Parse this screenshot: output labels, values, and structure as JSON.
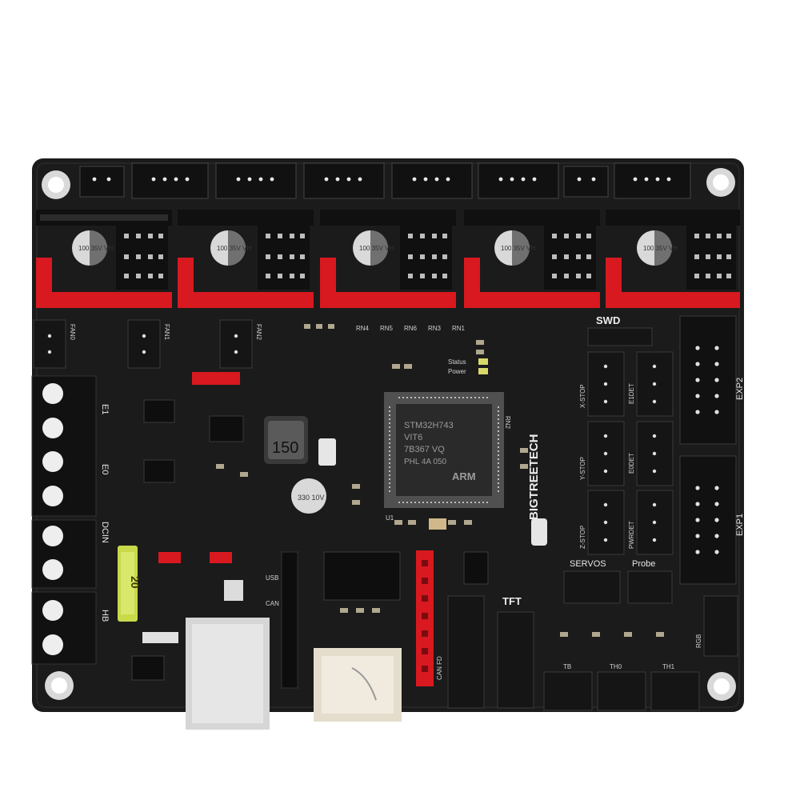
{
  "board": {
    "brand": "BIGTREETECH",
    "mcu_markings": [
      "STM32H743",
      "VIT6",
      "7B367 VQ",
      "PHL 4A 050"
    ],
    "mcu_logo": "ARM",
    "inductor_marking": "150",
    "capacitor_markings": [
      "100 35V VH",
      "100 35V VH",
      "100 35V VH",
      "100 35V VH",
      "100 35V VH"
    ],
    "cap_330": "330 10V",
    "fuse_marking": "20",
    "labels": {
      "swd": "SWD",
      "exp1": "EXP1",
      "exp2": "EXP2",
      "tft": "TFT",
      "servos": "SERVOS",
      "probe": "Probe",
      "can_fd": "CAN FD",
      "usb": "USB",
      "can": "CAN",
      "status": "Status",
      "power": "Power",
      "x_stop": "X-STOP",
      "y_stop": "Y-STOP",
      "z_stop": "Z-STOP",
      "e0det": "E0DET",
      "e1det": "E1DET",
      "pwrdet": "PWRDET",
      "rn_labels": [
        "RN4",
        "RN5",
        "RN6",
        "RN3",
        "RN1"
      ],
      "rn2": "RN2",
      "u1": "U1",
      "fans": [
        "FAN0",
        "FAN1",
        "FAN2"
      ],
      "terminals": [
        "E1",
        "E0",
        "DCIN",
        "HB"
      ],
      "thermistors": [
        "TB",
        "TH0",
        "TH1"
      ],
      "rgb": "RGB"
    }
  },
  "colors": {
    "pcb": "#1b1b1b",
    "header_red": "#d8191f",
    "connector": "#151515",
    "silk": "#e6e6e6",
    "usb_metal": "#d6d6d6",
    "fuse": "#c8d94a",
    "cap_top": "#d9d9d9"
  }
}
